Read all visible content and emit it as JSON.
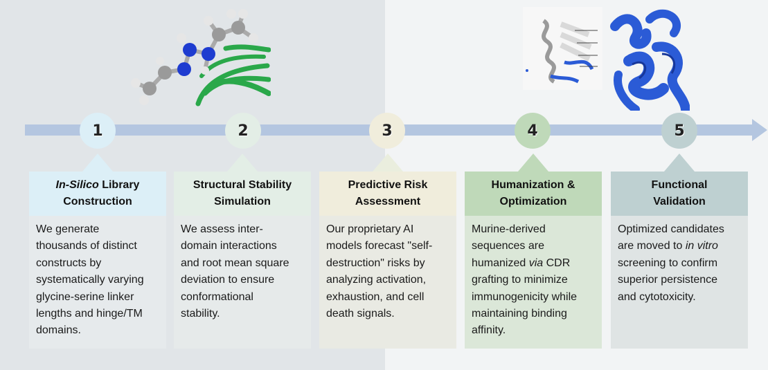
{
  "colors": {
    "timeline_arrow": "#b4c6e0",
    "step_circles": [
      "#dceff7",
      "#e3eee6",
      "#f0eddc",
      "#bfd9b9",
      "#bed0d1"
    ],
    "protein_blue": "#2b5bd6",
    "ligand_green": "#2aa84a"
  },
  "steps": [
    {
      "number": "1",
      "title_italic": "In-Silico",
      "title_line1_rest": " Library",
      "title_line2": "Construction",
      "body": [
        "We generate",
        "thousands of distinct",
        "constructs by",
        "systematically varying",
        "glycine-serine linker",
        "lengths and hinge/TM",
        "domains."
      ]
    },
    {
      "number": "2",
      "title_line1": "Structural Stability",
      "title_line2": "Simulation",
      "body": [
        "We assess inter-",
        "domain interactions",
        "and root mean square",
        "deviation to ensure",
        "conformational",
        "stability."
      ]
    },
    {
      "number": "3",
      "title_line1": "Predictive Risk",
      "title_line2": "Assessment",
      "body": [
        "Our proprietary AI",
        "models forecast \"self-",
        "destruction\" risks by",
        "analyzing activation,",
        "exhaustion, and cell",
        "death signals."
      ]
    },
    {
      "number": "4",
      "title_line1": "Humanization &",
      "title_line2": "Optimization",
      "body_l1": "Murine-derived",
      "body_l2": "sequences are",
      "body_l3_pre": "humanized ",
      "body_l3_italic": "via",
      "body_l3_post": " CDR",
      "body_l4": "grafting to minimize",
      "body_l5": "immunogenicity while",
      "body_l6": "maintaining binding",
      "body_l7": "affinity."
    },
    {
      "number": "5",
      "title_line1": "Functional",
      "title_line2": "Validation",
      "body_l1": "Optimized candidates",
      "body_l2_pre": "are moved to ",
      "body_l2_italic": "in vitro",
      "body_l3": "screening to confirm",
      "body_l4": "superior persistence",
      "body_l5": "and cytotoxicity."
    }
  ]
}
